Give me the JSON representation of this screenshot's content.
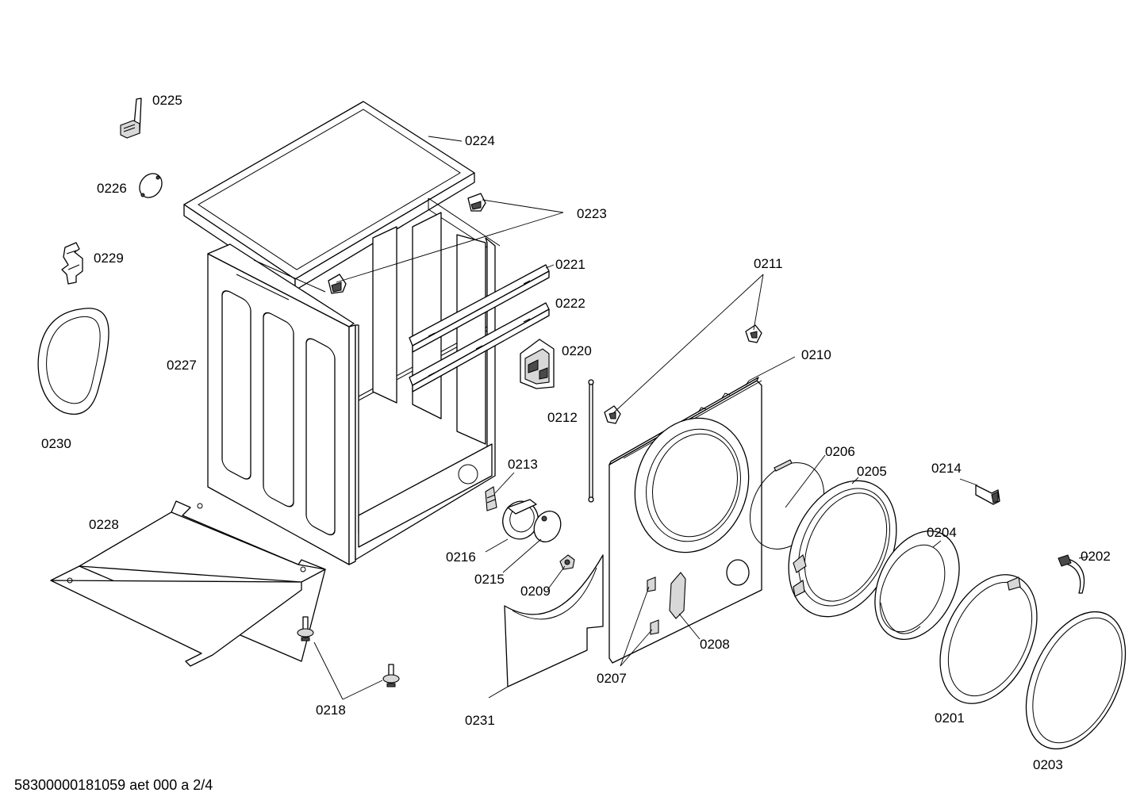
{
  "diagram": {
    "labels": {
      "p0201": "0201",
      "p0202": "0202",
      "p0203": "0203",
      "p0204": "0204",
      "p0205": "0205",
      "p0206": "0206",
      "p0207": "0207",
      "p0208": "0208",
      "p0209": "0209",
      "p0210": "0210",
      "p0211": "0211",
      "p0212": "0212",
      "p0213": "0213",
      "p0214": "0214",
      "p0215": "0215",
      "p0216": "0216",
      "p0218": "0218",
      "p0220": "0220",
      "p0221": "0221",
      "p0222": "0222",
      "p0223": "0223",
      "p0224": "0224",
      "p0225": "0225",
      "p0226": "0226",
      "p0227": "0227",
      "p0228": "0228",
      "p0229": "0229",
      "p0230": "0230",
      "p0231": "0231"
    },
    "document_id": "58300000181059 aet 000 a 2/4"
  }
}
